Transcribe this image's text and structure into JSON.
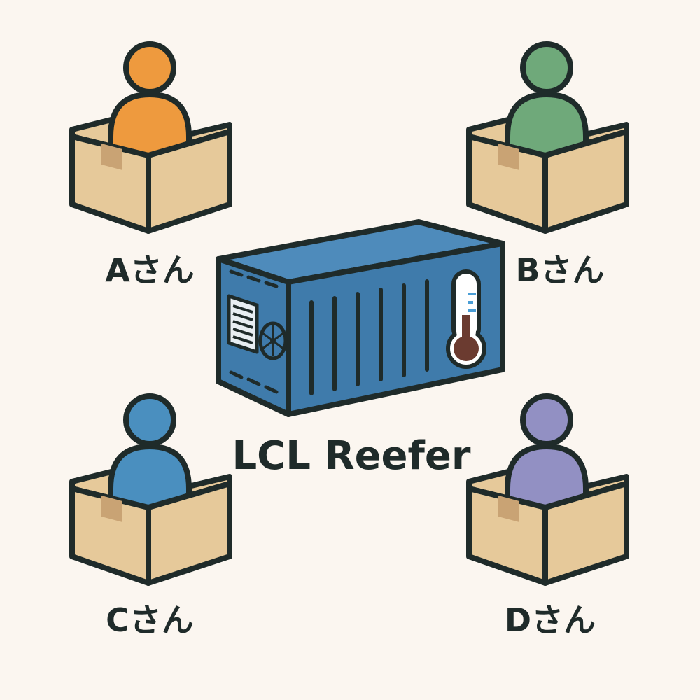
{
  "center": {
    "label": "LCL Reefer",
    "container_color": "#3f7bab"
  },
  "shippers": [
    {
      "label": "Aさん",
      "color": "#ee9a3e"
    },
    {
      "label": "Bさん",
      "color": "#6fa97a"
    },
    {
      "label": "Cさん",
      "color": "#4a8fbf"
    },
    {
      "label": "Dさん",
      "color": "#9290c3"
    }
  ],
  "colors": {
    "box": "#e6c99a",
    "box_tape": "#c9a374",
    "outline": "#1f2b2a",
    "background": "#fbf6f0"
  },
  "icons": [
    "thermometer-icon",
    "vent-grille-icon",
    "fan-icon"
  ]
}
